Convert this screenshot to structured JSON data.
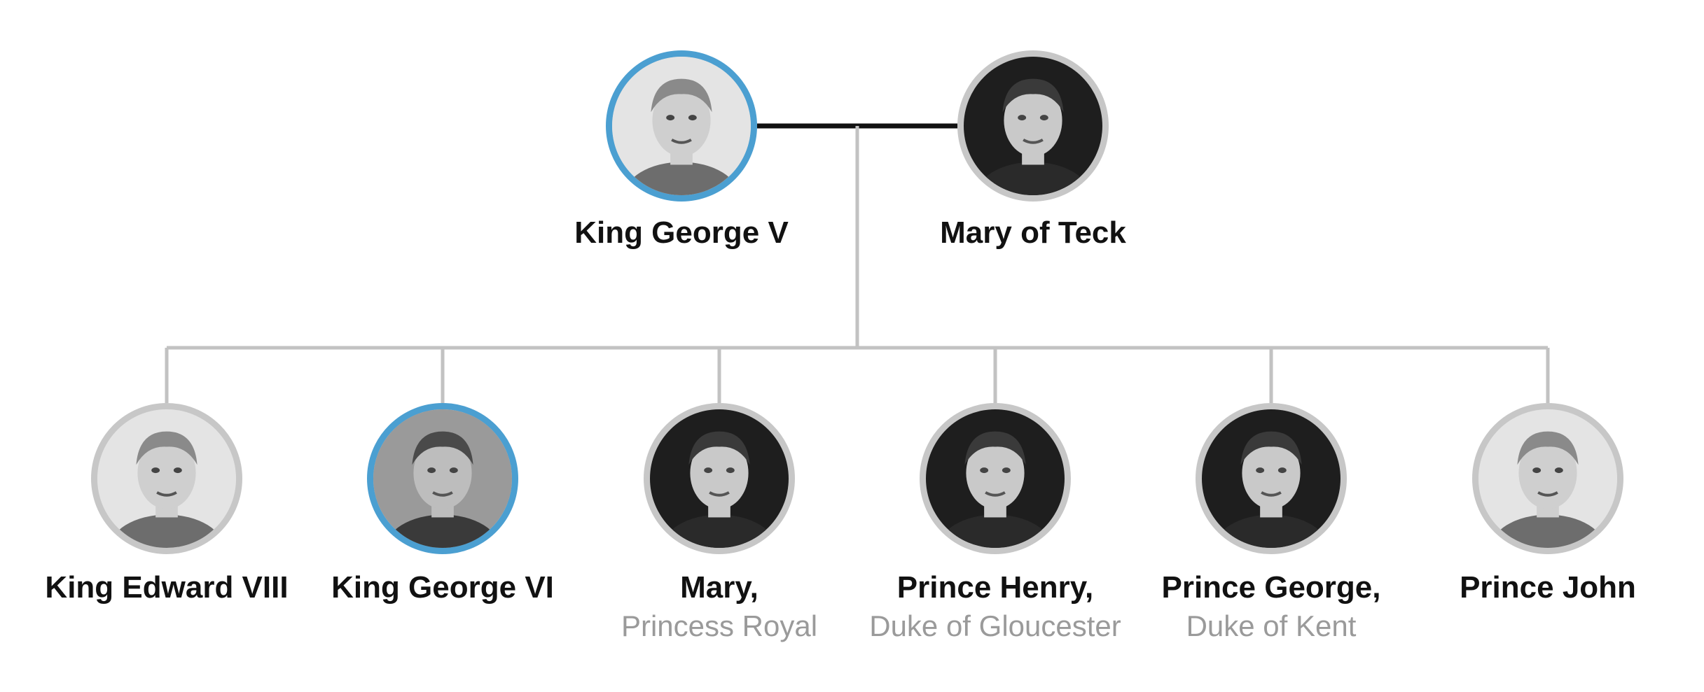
{
  "colors": {
    "highlight_ring": "#4b9fd1",
    "default_ring": "#c7c7c7",
    "marriage_line": "#111111",
    "descent_line": "#c2c2c2",
    "name_text": "#111111",
    "title_text": "#9a9a9a"
  },
  "parents": [
    {
      "name": "King George V",
      "highlighted": true,
      "photo": "portrait-king-george-v",
      "tone": "light"
    },
    {
      "name": "Mary of Teck",
      "highlighted": false,
      "photo": "portrait-mary-of-teck",
      "tone": "dark"
    }
  ],
  "children": [
    {
      "name": "King Edward VIII",
      "title": "",
      "highlighted": false,
      "photo": "portrait-king-edward-viii",
      "tone": "light"
    },
    {
      "name": "King George VI",
      "title": "",
      "highlighted": true,
      "photo": "portrait-king-george-vi",
      "tone": "mid"
    },
    {
      "name": "Mary,",
      "title": "Princess Royal",
      "highlighted": false,
      "photo": "portrait-mary-princess-royal",
      "tone": "dark"
    },
    {
      "name": "Prince Henry,",
      "title": "Duke of Gloucester",
      "highlighted": false,
      "photo": "portrait-prince-henry",
      "tone": "dark"
    },
    {
      "name": "Prince George,",
      "title": "Duke of Kent",
      "highlighted": false,
      "photo": "portrait-prince-george",
      "tone": "dark"
    },
    {
      "name": "Prince John",
      "title": "",
      "highlighted": false,
      "photo": "portrait-prince-john",
      "tone": "light"
    }
  ]
}
